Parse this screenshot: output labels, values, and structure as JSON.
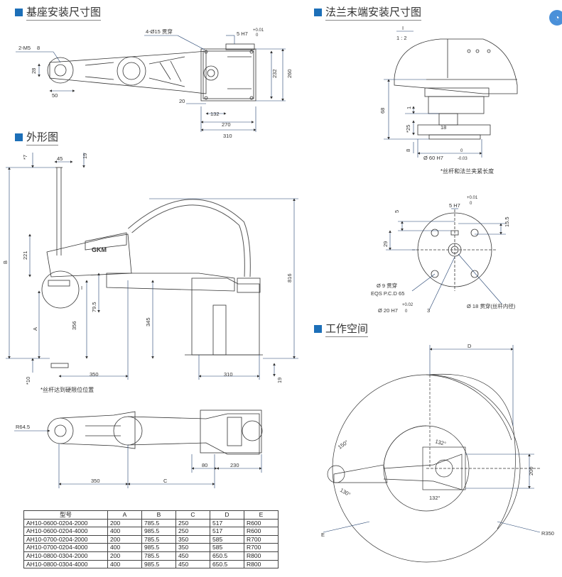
{
  "sections": {
    "base_mount": "基座安装尺寸图",
    "flange_end": "法兰末端安装尺寸图",
    "outline": "外形图",
    "workspace": "工作空间"
  },
  "base_mount_dims": {
    "thread": "2-M5",
    "thread_depth": "8",
    "holes": "4-Ø15 贯穿",
    "pin": "5 H7",
    "pin_tol_upper": "+0.01",
    "pin_tol_lower": "0",
    "d_28": "28",
    "d_50": "50",
    "d_20": "20",
    "d_132": "132",
    "d_270": "270",
    "d_310": "310",
    "d_232": "232",
    "d_260": "260"
  },
  "flange_dims": {
    "scale_top": "I",
    "scale_ratio": "1 : 2",
    "d_68": "68",
    "d_1": "1",
    "d_25": "*25",
    "d_8": "8",
    "d_18": "18",
    "dia_60": "Ø 60 H7",
    "dia_60_upper": "0",
    "dia_60_lower": "-0.03",
    "note_length": "*丝杆和法兰夹紧长度",
    "pin": "5 H7",
    "pin_upper": "+0.01",
    "pin_lower": "0",
    "d_5": "5",
    "d_29": "29",
    "d_15_5": "15.5",
    "holes": "Ø 9 贯穿",
    "pcd": "EQS P.C.D 65",
    "dia_20": "Ø 20 H7",
    "dia_20_upper": "+0.02",
    "dia_20_lower": "0",
    "d_3": "3",
    "bore": "Ø 18 贯穿(丝杆内径)"
  },
  "outline_dims": {
    "d_7": "*7",
    "d_45": "45",
    "d_19_top": "19",
    "d_B": "B",
    "d_221": "221",
    "d_816": "816",
    "d_79_5": "79.5",
    "d_356": "356",
    "d_345": "345",
    "d_A": "A",
    "d_10": "*10",
    "d_350": "350",
    "d_310": "310",
    "d_19_bottom": "19",
    "detail_I": "I",
    "note_limit": "*丝杆达到硬限位位置",
    "R64_5": "R64.5",
    "d_80": "80",
    "d_230": "230",
    "d_350_plan": "350",
    "d_C": "C",
    "logo": "GKM"
  },
  "workspace_dims": {
    "d_D": "D",
    "a_150": "150°",
    "a_132_top": "132°",
    "a_130": "130°",
    "a_132_bottom": "132°",
    "d_200": "200",
    "d_E": "E",
    "R350": "R350"
  },
  "spec_table": {
    "headers": [
      "型号",
      "A",
      "B",
      "C",
      "D",
      "E"
    ],
    "rows": [
      [
        "AH10-0600-0204-2000",
        "200",
        "785.5",
        "250",
        "517",
        "R600"
      ],
      [
        "AH10-0600-0204-4000",
        "400",
        "985.5",
        "250",
        "517",
        "R600"
      ],
      [
        "AH10-0700-0204-2000",
        "200",
        "785.5",
        "350",
        "585",
        "R700"
      ],
      [
        "AH10-0700-0204-4000",
        "400",
        "985.5",
        "350",
        "585",
        "R700"
      ],
      [
        "AH10-0800-0304-2000",
        "200",
        "785.5",
        "450",
        "650.5",
        "R800"
      ],
      [
        "AH10-0800-0304-4000",
        "400",
        "985.5",
        "450",
        "650.5",
        "R800"
      ]
    ]
  },
  "colors": {
    "accent": "#1c6fb8",
    "line": "#333333",
    "dim": "#1f3f6e"
  }
}
